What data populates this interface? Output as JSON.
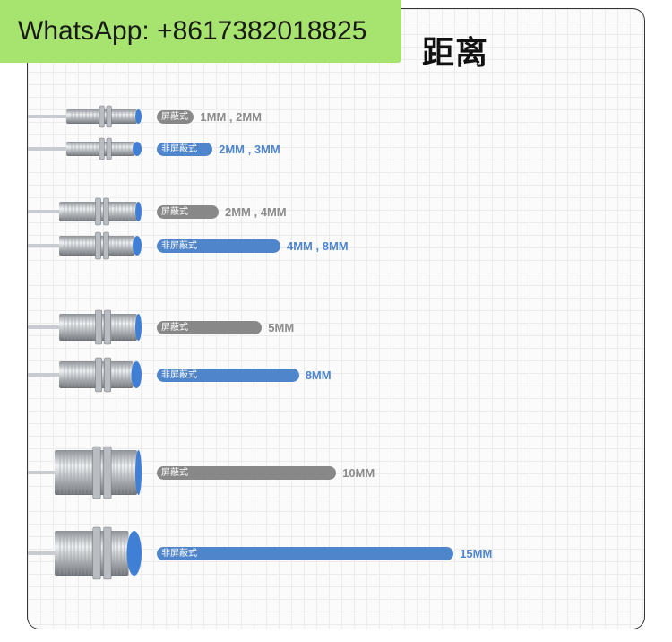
{
  "banner": {
    "text": "WhatsApp: +8617382018825"
  },
  "title": "距离",
  "colors": {
    "shielded": "#888888",
    "unshielded": "#4f86cb",
    "sensor_face": "#3f7fd6",
    "metal": "#b9bdc1"
  },
  "sensor_icon": "cylindrical-proximity-sensor-icon",
  "rows": [
    {
      "type_label": "屏蔽式",
      "distance": "1MM , 2MM",
      "style": "shielded",
      "size": "M8",
      "bar_percent": 6
    },
    {
      "type_label": "非屏蔽式",
      "distance": "2MM , 3MM",
      "style": "unshielded",
      "size": "M8",
      "bar_percent": 9
    },
    {
      "type_label": "屏蔽式",
      "distance": "2MM , 4MM",
      "style": "shielded",
      "size": "M12",
      "bar_percent": 10
    },
    {
      "type_label": "非屏蔽式",
      "distance": "4MM , 8MM",
      "style": "unshielded",
      "size": "M12",
      "bar_percent": 20
    },
    {
      "type_label": "屏蔽式",
      "distance": "5MM",
      "style": "shielded",
      "size": "M18",
      "bar_percent": 17
    },
    {
      "type_label": "非屏蔽式",
      "distance": "8MM",
      "style": "unshielded",
      "size": "M18",
      "bar_percent": 23
    },
    {
      "type_label": "屏蔽式",
      "distance": "10MM",
      "style": "shielded",
      "size": "M30",
      "bar_percent": 29
    },
    {
      "type_label": "非屏蔽式",
      "distance": "15MM",
      "style": "unshielded",
      "size": "M30",
      "bar_percent": 48
    }
  ]
}
